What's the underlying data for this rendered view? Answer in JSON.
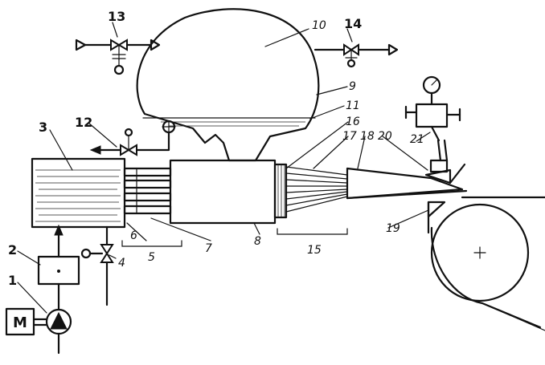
{
  "labels": {
    "l1": "1",
    "l2": "2",
    "l3": "3",
    "l4": "4",
    "l5": "5",
    "l6": "6",
    "l7": "7",
    "l8": "8",
    "l9": "9",
    "l10": "10",
    "l11": "11",
    "l12": "12",
    "l13": "13",
    "l14": "14",
    "l15": "15",
    "l16": "16",
    "l17": "17",
    "l18": "18",
    "l19": "19",
    "l20": "20",
    "l21": "21",
    "motor": "M"
  }
}
